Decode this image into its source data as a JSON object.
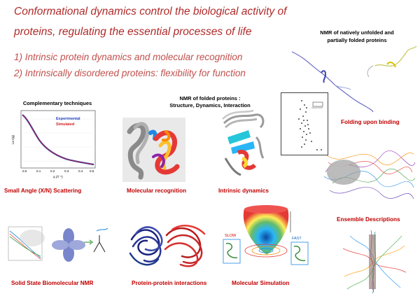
{
  "title": {
    "line1": "Conformational dynamics control the biological activity of",
    "line2": "proteins, regulating the essential processes of life"
  },
  "points": [
    "1) Intrinsic protein dynamics and molecular recognition",
    "2) Intrinsically disordered proteins: flexibility for function"
  ],
  "headers": {
    "complementary": "Complementary techniques",
    "folded_line1": "NMR of folded proteins :",
    "folded_line2": "Structure, Dynamics, Interaction",
    "unfolded_line1": "NMR of natively unfolded and",
    "unfolded_line2": "partially folded proteins"
  },
  "saxs_plot": {
    "legend_experimental": "Experimental",
    "legend_simulated": "Simulated",
    "ylabel": "Ln I(q)",
    "xlabel": "q (Å⁻¹)",
    "xticks": [
      "0.0",
      "0.1",
      "0.2",
      "0.3",
      "0.4",
      "0.5"
    ],
    "experimental_color": "#1f3fbf",
    "simulated_color": "#d01e1e"
  },
  "captions": {
    "saxs": "Small Angle (X/N) Scattering",
    "recognition": "Molecular recognition",
    "intrinsic": "Intrinsic dynamics",
    "folding": "Folding upon binding",
    "ensemble": "Ensemble Descriptions",
    "solid_state": "Solid State Biomolecular NMR",
    "ppi": "Protein-protein interactions",
    "simulation": "Molecular Simulation"
  },
  "simulation_labels": {
    "slow": "SLOW",
    "fast": "FAST"
  },
  "colors": {
    "title": "#b02a2a",
    "points": "#c0504d",
    "caption": "#c00000"
  }
}
